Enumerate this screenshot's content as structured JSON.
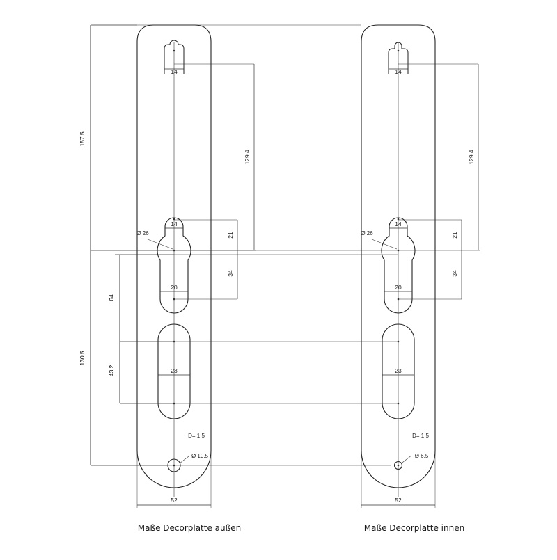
{
  "drawings": [
    {
      "caption": "Maße Decorplatte außen",
      "dims": {
        "total_height": "157,5",
        "spacing_129": "129,4",
        "lower_height": "130,5",
        "top_slot_width": "14",
        "cyl_upper_width": "14",
        "cyl_circle": "Ø 26",
        "cyl_upper_height": "21",
        "cyl_lower_height": "34",
        "cyl_lower_width": "20",
        "spacing_64": "64",
        "slot_width": "23",
        "slot_height": "43,2",
        "thickness": "D= 1,5",
        "bottom_hole": "Ø 10,5",
        "plate_width": "52"
      }
    },
    {
      "caption": "Maße Decorplatte innen",
      "dims": {
        "total_height": "157,5",
        "spacing_129": "129,4",
        "lower_height": "130,5",
        "top_slot_width": "14",
        "cyl_upper_width": "14",
        "cyl_circle": "Ø 26",
        "cyl_upper_height": "21",
        "cyl_lower_height": "34",
        "cyl_lower_width": "20",
        "spacing_64": "64",
        "slot_width": "23",
        "slot_height": "43,2",
        "thickness": "D= 1,5",
        "bottom_hole": "Ø 6,5",
        "plate_width": "52"
      }
    }
  ]
}
